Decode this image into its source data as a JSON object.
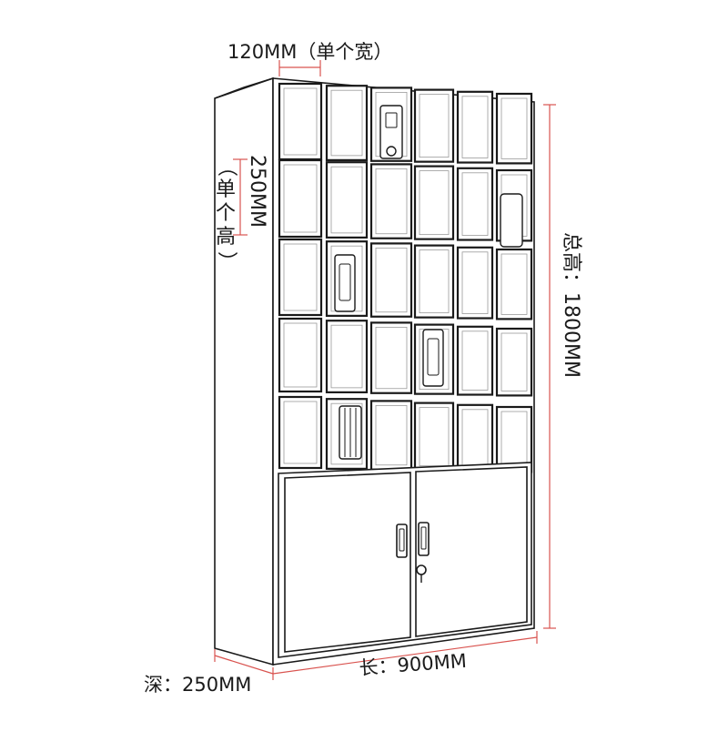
{
  "dimensions": {
    "unit_width": "120MM（单个宽）",
    "unit_height_value": "250MM",
    "unit_height_note": "（单个高）",
    "total_height": "总高：1800MM",
    "length": "长：900MM",
    "depth": "深：250MM"
  },
  "cabinet": {
    "locker_rows": 5,
    "locker_columns": 6,
    "lower_doors": 2
  },
  "colors": {
    "line": "#1a1a1a",
    "dimension_line": "#d9534f",
    "background": "#ffffff"
  }
}
